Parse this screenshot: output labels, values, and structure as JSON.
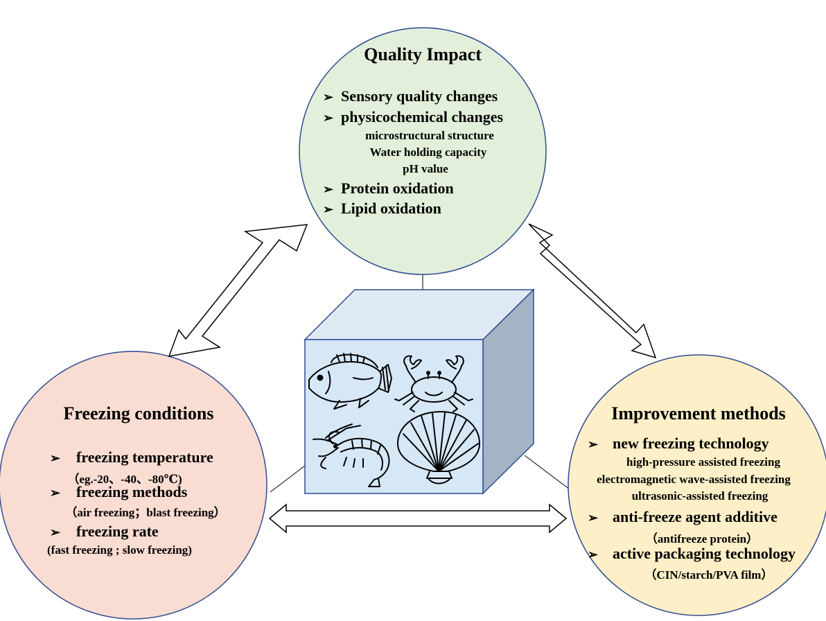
{
  "bullet_icon": "arrow-bullet-icon",
  "colors": {
    "quality_fill": "#e2efda",
    "freezing_fill": "#f9dcd2",
    "improvement_fill": "#fdefc7",
    "circle_stroke": "#2f4a8f",
    "box_front": "#d6e7f6",
    "box_top": "#dfeaf4",
    "box_side": "#a4b4c4"
  },
  "quality": {
    "title": "Quality Impact",
    "items": [
      "Sensory quality changes",
      "physicochemical changes",
      "microstructural structure",
      "Water holding capacity",
      "pH value",
      "Protein oxidation",
      "Lipid oxidation"
    ]
  },
  "freezing": {
    "title": "Freezing conditions",
    "items": [
      "freezing temperature",
      "（eg.-20、-40、-80℃)",
      "freezing methods",
      "（air freezing；blast freezing）",
      "freezing rate",
      "(fast freezing ; slow freezing)"
    ]
  },
  "improvement": {
    "title": "Improvement methods",
    "items": [
      "new freezing technology",
      "high-pressure assisted freezing",
      "electromagnetic wave-assisted freezing",
      "ultrasonic-assisted  freezing",
      "anti-freeze agent additive",
      "（antifreeze protein）",
      "active packaging technology",
      "（CIN/starch/PVA film）"
    ]
  },
  "seafood_icons": [
    "fish-icon",
    "crab-icon",
    "shrimp-icon",
    "scallop-shell-icon"
  ]
}
